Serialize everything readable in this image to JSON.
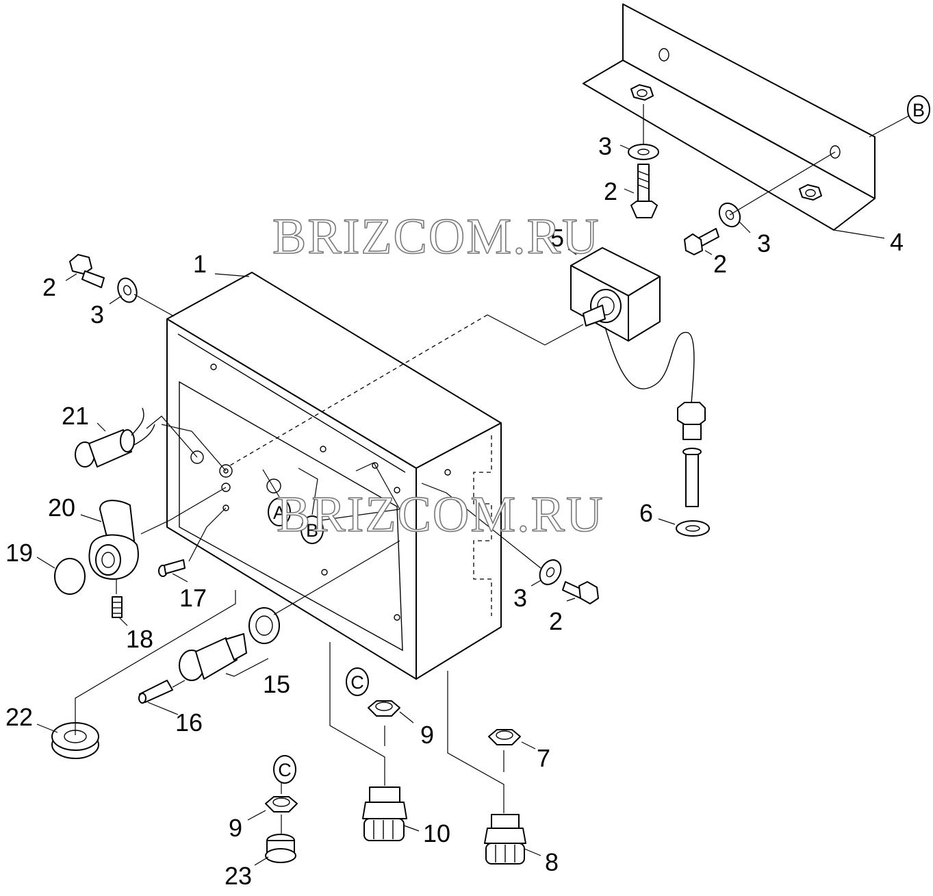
{
  "watermark": {
    "text": "BRIZCOM.RU"
  },
  "callouts": [
    {
      "id": "c1",
      "label": "1"
    },
    {
      "id": "c2a",
      "label": "2"
    },
    {
      "id": "c3a",
      "label": "3"
    },
    {
      "id": "c2b",
      "label": "2"
    },
    {
      "id": "c3b",
      "label": "3"
    },
    {
      "id": "c2c",
      "label": "2"
    },
    {
      "id": "c3c",
      "label": "3"
    },
    {
      "id": "c4",
      "label": "4"
    },
    {
      "id": "c5",
      "label": "5"
    },
    {
      "id": "c6",
      "label": "6"
    },
    {
      "id": "c3d",
      "label": "3"
    },
    {
      "id": "c2d",
      "label": "2"
    },
    {
      "id": "c21",
      "label": "21"
    },
    {
      "id": "c20",
      "label": "20"
    },
    {
      "id": "c19",
      "label": "19"
    },
    {
      "id": "c18",
      "label": "18"
    },
    {
      "id": "c17",
      "label": "17"
    },
    {
      "id": "c15",
      "label": "15"
    },
    {
      "id": "c16",
      "label": "16"
    },
    {
      "id": "c22",
      "label": "22"
    },
    {
      "id": "c9a",
      "label": "9"
    },
    {
      "id": "c7",
      "label": "7"
    },
    {
      "id": "c10",
      "label": "10"
    },
    {
      "id": "c8",
      "label": "8"
    },
    {
      "id": "c9b",
      "label": "9"
    },
    {
      "id": "c23",
      "label": "23"
    }
  ],
  "tags": [
    {
      "id": "tA",
      "label": "A"
    },
    {
      "id": "tB1",
      "label": "B"
    },
    {
      "id": "tB2",
      "label": "B"
    },
    {
      "id": "tC1",
      "label": "C"
    },
    {
      "id": "tC2",
      "label": "C"
    }
  ]
}
